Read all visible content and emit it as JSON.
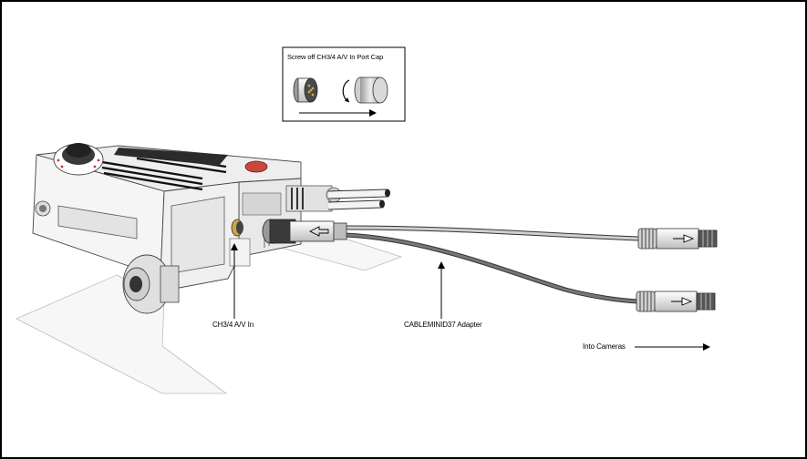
{
  "inset": {
    "title": "Screw off CH3/4 A/V In Port Cap"
  },
  "labels": {
    "port": "CH3/4 A/V In",
    "adapter": "CABLEMINID37 Adapter",
    "cameras": "Into Cameras"
  },
  "icons": {
    "connector": "multi-pin-connector-icon",
    "rotate": "counterclockwise-rotate-icon",
    "cap": "port-cap-icon"
  },
  "colors": {
    "frame": "#000000",
    "body": "#f2f2f2",
    "shadow": "#e6e6e6",
    "cable": "#777777",
    "red_button": "#c9473f"
  }
}
